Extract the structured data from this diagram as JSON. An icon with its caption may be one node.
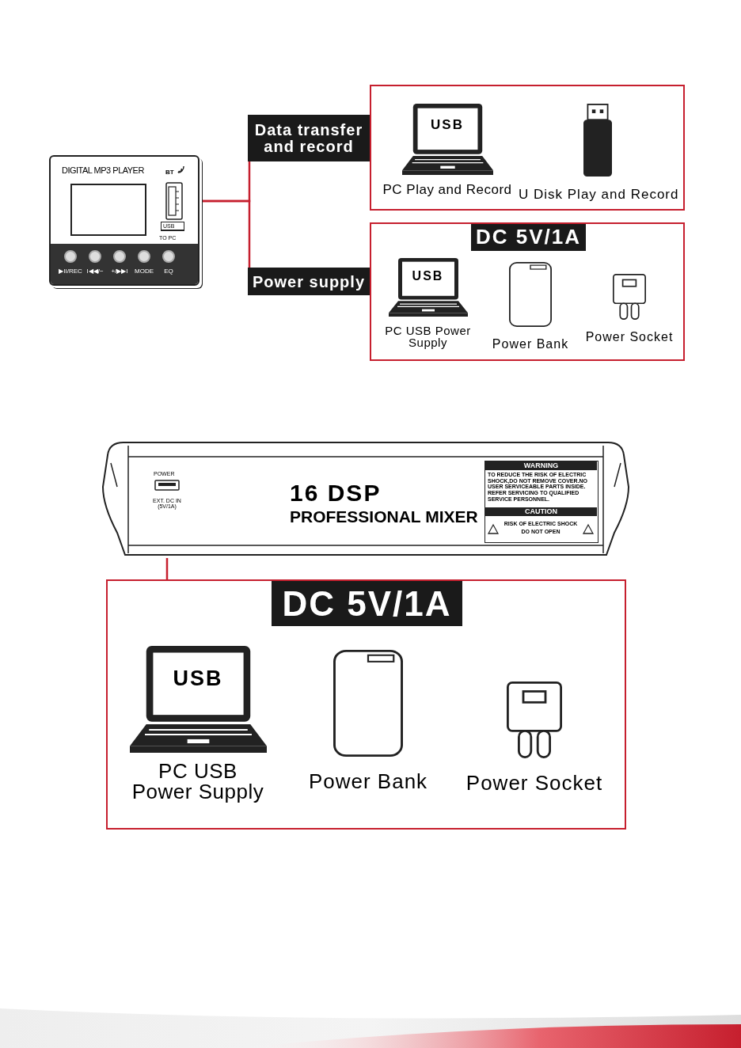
{
  "diagram": {
    "nodes": [
      {
        "text": [
          "DIGITAL MP3 PLAYER",
          "BT",
          "USB",
          "TO PC",
          "▶II/REC",
          "I◀◀/−",
          "+/▶▶I",
          "MODE",
          "EQ"
        ]
      },
      {
        "text": [],
        "shape": "box",
        "in": 0
      },
      {
        "text": [
          "Data transfer and record"
        ]
      },
      {
        "text": [
          "Power supply"
        ]
      },
      {
        "text": [],
        "shape": "box"
      },
      {
        "text": [
          "USB",
          "PC Play and Record"
        ],
        "in": 4
      },
      {
        "text": [
          "U Disk Play and Record"
        ],
        "in": 4
      },
      {
        "text": [],
        "shape": "box"
      },
      {
        "text": [
          "DC 5V/1A"
        ],
        "in": 7
      },
      {
        "text": [
          "USB",
          "PC USB Power Supply"
        ],
        "in": 7
      },
      {
        "text": [
          "Power Bank"
        ],
        "in": 7
      },
      {
        "text": [
          "Power Socket"
        ],
        "in": 7
      },
      {
        "text": [
          "POWER",
          "EXT. DC IN (5V/1A)",
          "16 DSP",
          "PROFESSIONAL MIXER",
          "WARNING",
          "TO REDUCE THE RISK OF ELECTRIC SHOCK,DO NOT REMOVE COVER.NO USER SERVICEABLE PARTS INSIDE. REFER SERVICING TO QUALIFIED SERVICE PERSONNEL.",
          "CAUTION",
          "RISK OF ELECTRIC SHOCK DO NOT OPEN"
        ]
      },
      {
        "text": [],
        "shape": "box"
      },
      {
        "text": [
          "DC 5V/1A"
        ],
        "in": 13
      },
      {
        "text": [
          "USB",
          "PC USB Power Supply"
        ],
        "in": 13
      },
      {
        "text": [
          "Power Bank"
        ],
        "in": 13
      },
      {
        "text": [
          "Power Socket"
        ],
        "in": 13
      }
    ],
    "edges": [
      {
        "from": 0,
        "to": 2,
        "arrow": "none"
      },
      {
        "from": 0,
        "to": 3,
        "arrow": "none"
      },
      {
        "from": 12,
        "to": 13,
        "arrow": "none"
      }
    ]
  }
}
